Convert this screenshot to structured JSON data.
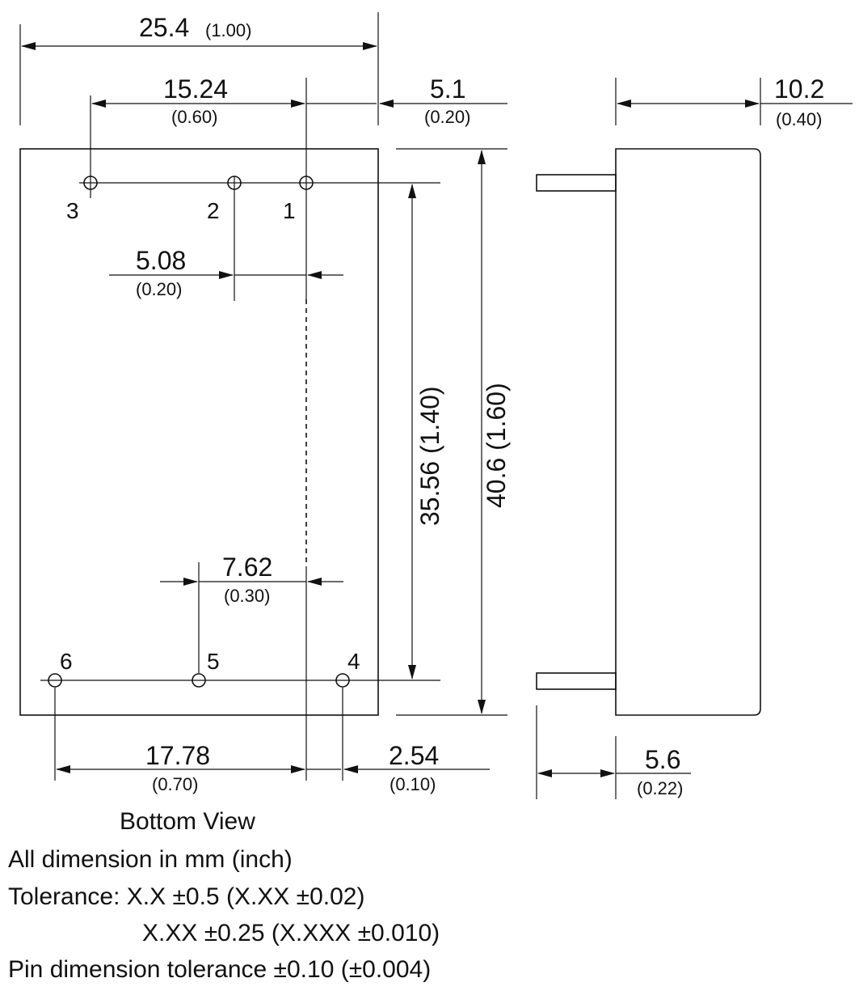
{
  "dims": {
    "overall_width_mm": "25.4",
    "overall_width_in": "(1.00)",
    "pin3_to_pin1_mm": "15.24",
    "pin3_to_pin1_in": "(0.60)",
    "pin1_to_edge_mm": "5.1",
    "pin1_to_edge_in": "(0.20)",
    "height_mm": "10.2",
    "height_in": "(0.40)",
    "pin2_to_pin1_mm": "5.08",
    "pin2_to_pin1_in": "(0.20)",
    "pin_row_spacing": "35.56 (1.40)",
    "overall_length": "40.6 (1.60)",
    "pin5_to_axis_mm": "7.62",
    "pin5_to_axis_in": "(0.30)",
    "pin6_to_axis_mm": "17.78",
    "pin6_to_axis_in": "(0.70)",
    "pin4_offset_mm": "2.54",
    "pin4_offset_in": "(0.10)",
    "pin_length_mm": "5.6",
    "pin_length_in": "(0.22)"
  },
  "pins": {
    "p1": "1",
    "p2": "2",
    "p3": "3",
    "p4": "4",
    "p5": "5",
    "p6": "6"
  },
  "view_label": "Bottom View",
  "notes": {
    "units": "All dimension in mm (inch)",
    "tolerance_1": "Tolerance: X.X ±0.5 (X.XX ±0.02)",
    "tolerance_2": "X.XX ±0.25 (X.XXX ±0.010)",
    "pin_tolerance": "Pin dimension tolerance ±0.10 (±0.004)"
  }
}
